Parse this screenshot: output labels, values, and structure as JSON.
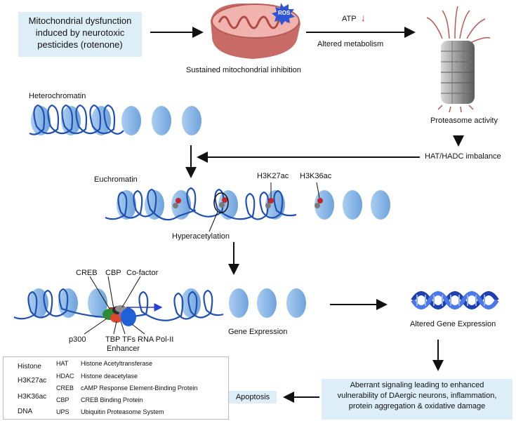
{
  "diagram": {
    "top_box_lines": [
      "Mitochondrial dysfunction",
      "induced by neurotoxic",
      "pesticides (rotenone)"
    ],
    "ros_label": "ROS",
    "mito_caption": "Sustained mitochondrial inhibition",
    "atp_label": "ATP",
    "atp_arrow": "↓",
    "altered_metabolism": "Altered metabolism",
    "proteasome_activity": "Proteasome activity",
    "hat_hadc": "HAT/HADC imbalance",
    "heterochromatin": "Heterochromatin",
    "euchromatin": "Euchromatin",
    "h3k27ac_mark": "H3K27ac",
    "h3k36ac_mark": "H3K36ac",
    "hyperacetylation": "Hyperacetylation",
    "creb": "CREB",
    "cbp": "CBP",
    "cofactor": "Co-factor",
    "p300": "p300",
    "tbp": "TBP",
    "tfs": "TFs",
    "rna_pol": "RNA Pol-II",
    "enhancer": "Enhancer",
    "gene_expression": "Gene Expression",
    "altered_gene_expression": "Altered Gene Expression",
    "aberrant_lines": [
      "Aberrant signaling leading to enhanced",
      "vulnerability of DAergic neurons, inflammation,",
      "protein aggregation & oxidative damage"
    ],
    "apoptosis": "Apoptosis"
  },
  "legend": {
    "symbols": [
      "Histone",
      "H3K27ac",
      "H3K36ac",
      "DNA"
    ],
    "abbreviations": [
      {
        "abbr": "HAT",
        "full": "Histone Acetyltransferase"
      },
      {
        "abbr": "HDAC",
        "full": "Histone deacetylase"
      },
      {
        "abbr": "CREB",
        "full": "cAMP Response Element-Binding Protein"
      },
      {
        "abbr": "CBP",
        "full": "CREB Binding Protein"
      },
      {
        "abbr": "UPS",
        "full": "Ubiquitin Proteasome System"
      }
    ]
  },
  "colors": {
    "histone": "#8ab8e8",
    "dna": "#1f4fb0",
    "h3k27ac": "#c0262b",
    "h3k36ac": "#7a7a7a",
    "box_fill": "#ddeef9",
    "mito": "#e58a85"
  }
}
